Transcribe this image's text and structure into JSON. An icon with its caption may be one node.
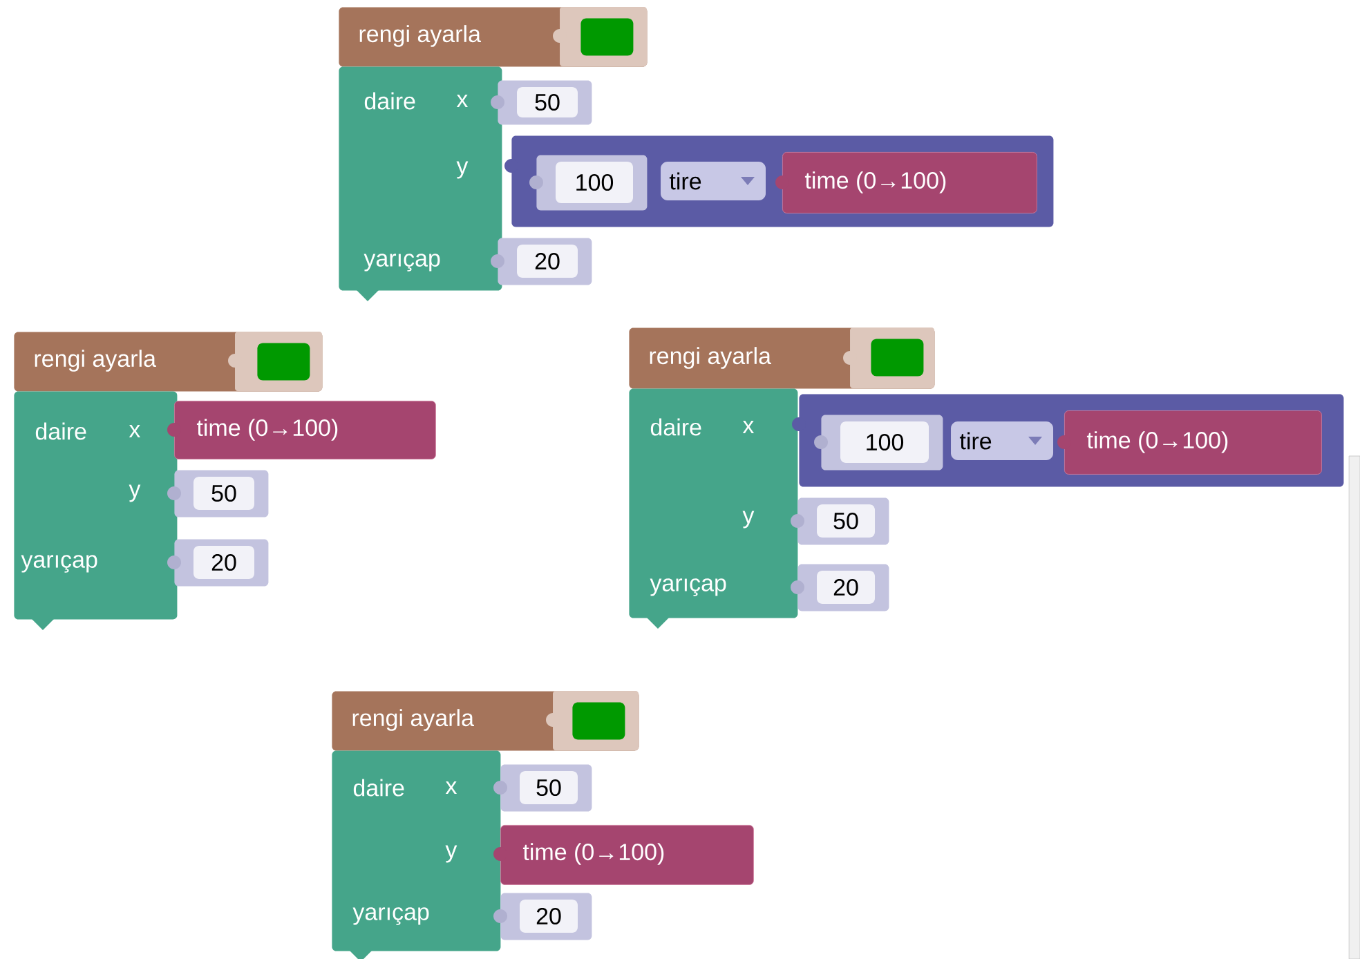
{
  "diagram": {
    "nodes": [
      {
        "text": [
          "rengi ayarla"
        ]
      },
      {
        "text": [],
        "shape": "box",
        "in": 0
      },
      {
        "text": [
          "daire",
          "x",
          "y",
          "yarıçap"
        ]
      },
      {
        "text": [
          "50"
        ]
      },
      {
        "text": [
          "tire"
        ]
      },
      {
        "text": [
          "100"
        ],
        "in": 4
      },
      {
        "text": [
          "time (0→100)"
        ],
        "in": 4
      },
      {
        "text": [
          "20"
        ]
      },
      {
        "text": [
          "rengi ayarla"
        ]
      },
      {
        "text": [],
        "shape": "box",
        "in": 8
      },
      {
        "text": [
          "daire",
          "x",
          "y",
          "yarıçap"
        ]
      },
      {
        "text": [
          "time (0→100)"
        ]
      },
      {
        "text": [
          "50"
        ]
      },
      {
        "text": [
          "20"
        ]
      },
      {
        "text": [
          "rengi ayarla"
        ]
      },
      {
        "text": [],
        "shape": "box",
        "in": 14
      },
      {
        "text": [
          "daire",
          "x",
          "y",
          "yarıçap"
        ]
      },
      {
        "text": [
          "tire"
        ]
      },
      {
        "text": [
          "100"
        ],
        "in": 17
      },
      {
        "text": [
          "time (0→100)"
        ],
        "in": 17
      },
      {
        "text": [
          "50"
        ]
      },
      {
        "text": [
          "20"
        ]
      },
      {
        "text": [
          "rengi ayarla"
        ]
      },
      {
        "text": [],
        "shape": "box",
        "in": 22
      },
      {
        "text": [
          "daire",
          "x",
          "y",
          "yarıçap"
        ]
      },
      {
        "text": [
          "50"
        ]
      },
      {
        "text": [
          "time (0→100)"
        ]
      },
      {
        "text": [
          "20"
        ]
      }
    ]
  }
}
